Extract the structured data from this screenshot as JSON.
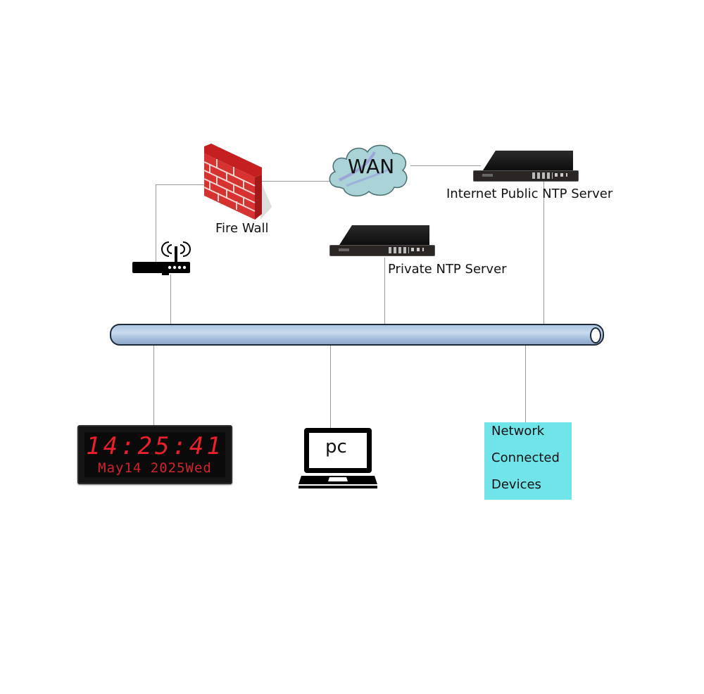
{
  "diagram": {
    "nodes": {
      "wan": {
        "label": "WAN",
        "cloud_color": "#a9d3d6"
      },
      "firewall": {
        "label": "Fire Wall",
        "brick_color": "#d6322f"
      },
      "router": {
        "label": ""
      },
      "public_ntp": {
        "label": "Internet Public NTP Server"
      },
      "private_ntp": {
        "label": "Private NTP Server"
      },
      "clock": {
        "time": "14:25:41",
        "date": "May14 2025Wed",
        "digit_color": "#e8202a"
      },
      "pc": {
        "label": "pc"
      },
      "devices": {
        "lines": [
          "Network",
          "Connected",
          "Devices"
        ],
        "box_color": "#6fe5ea"
      }
    },
    "bus": {
      "color": "#aec6e2"
    },
    "connections": [
      [
        "router",
        "firewall"
      ],
      [
        "firewall",
        "wan"
      ],
      [
        "wan",
        "public_ntp"
      ],
      [
        "router",
        "bus"
      ],
      [
        "private_ntp",
        "bus"
      ],
      [
        "public_ntp",
        "bus"
      ],
      [
        "bus",
        "clock"
      ],
      [
        "bus",
        "pc"
      ],
      [
        "bus",
        "devices"
      ]
    ]
  }
}
